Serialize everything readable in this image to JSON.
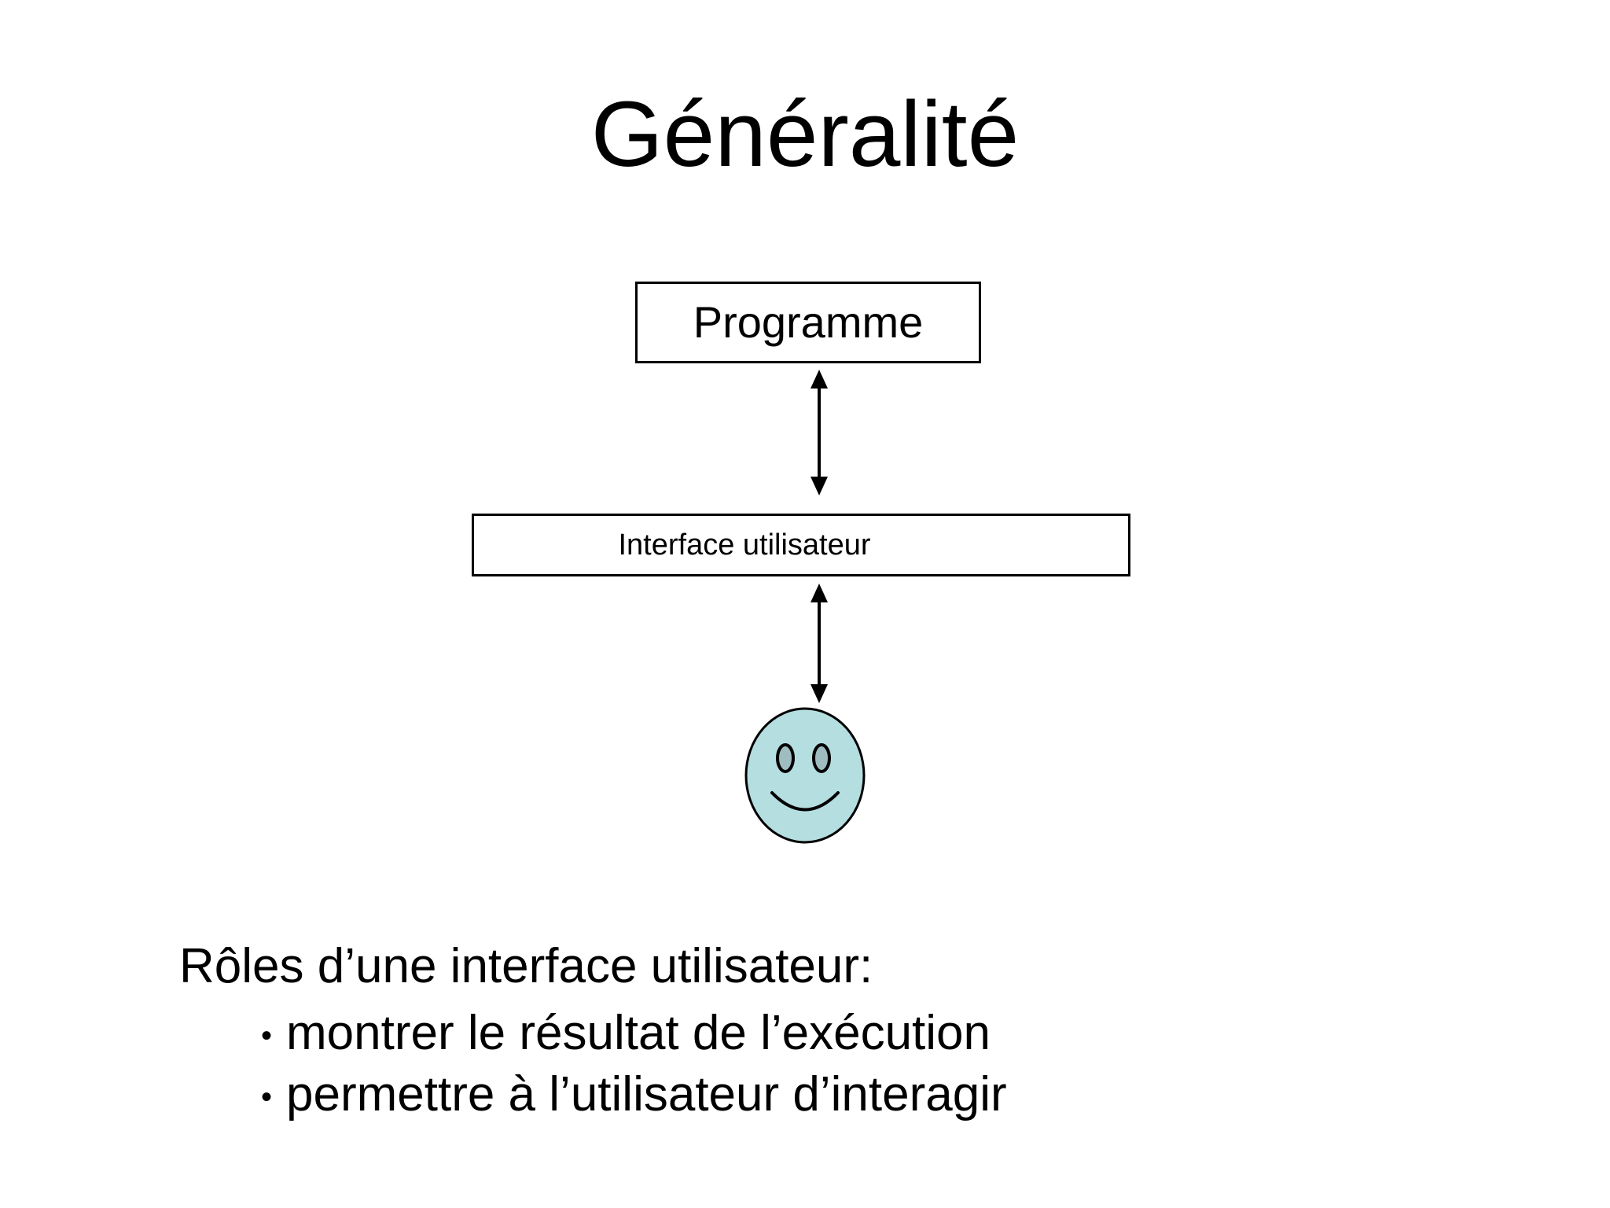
{
  "slide": {
    "title": "Généralité",
    "background_color": "#ffffff",
    "text_color": "#000000"
  },
  "diagram": {
    "boxes": [
      {
        "id": "programme",
        "label": "Programme"
      },
      {
        "id": "interface",
        "label": "Interface utilisateur"
      }
    ],
    "connectors": [
      {
        "id": "programme-to-interface",
        "icon": "double-headed-vertical-arrow"
      },
      {
        "id": "interface-to-user",
        "icon": "double-headed-vertical-arrow"
      }
    ],
    "actor": {
      "icon": "smiley-face-icon",
      "face_color": "#b5dee1",
      "eye_color": "#9fbcc0",
      "outline_color": "#000000"
    }
  },
  "body": {
    "lead": "Rôles d’une interface utilisateur:",
    "bullet_glyph": "•",
    "bullets": [
      "montrer le résultat de l’exécution",
      "permettre à l’utilisateur d’interagir"
    ]
  }
}
